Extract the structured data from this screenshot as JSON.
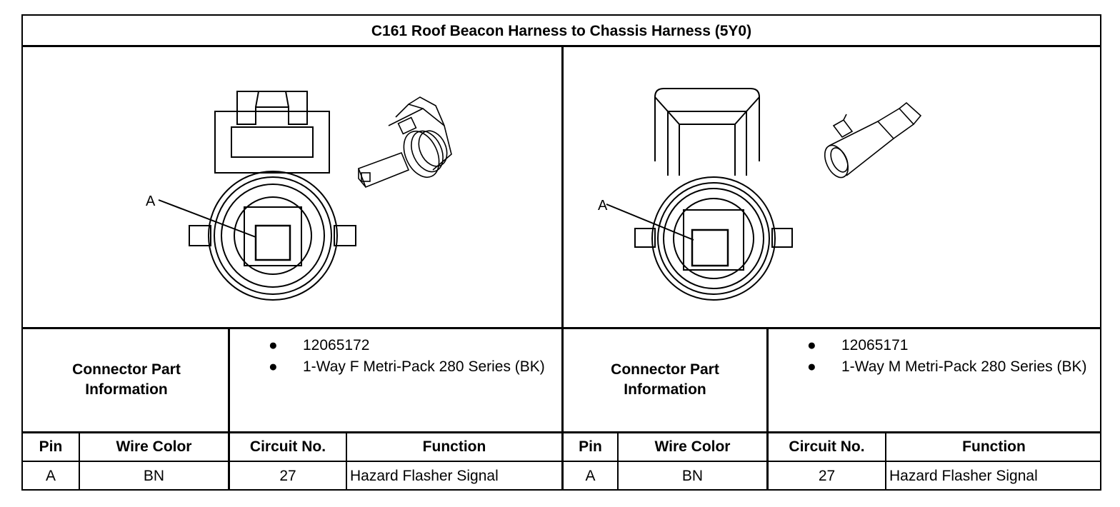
{
  "title": "C161 Roof Beacon Harness to Chassis Harness (5Y0)",
  "left": {
    "pin_label": "A",
    "section_label": "Connector Part Information",
    "part_info": [
      "12065172",
      "1-Way F Metri-Pack 280 Series (BK)"
    ],
    "table": {
      "headers": [
        "Pin",
        "Wire Color",
        "Circuit No.",
        "Function"
      ],
      "rows": [
        [
          "A",
          "BN",
          "27",
          "Hazard Flasher Signal"
        ]
      ]
    }
  },
  "right": {
    "pin_label": "A",
    "section_label": "Connector Part Information",
    "part_info": [
      "12065171",
      "1-Way M Metri-Pack 280 Series (BK)"
    ],
    "table": {
      "headers": [
        "Pin",
        "Wire Color",
        "Circuit No.",
        "Function"
      ],
      "rows": [
        [
          "A",
          "BN",
          "27",
          "Hazard Flasher Signal"
        ]
      ]
    }
  }
}
